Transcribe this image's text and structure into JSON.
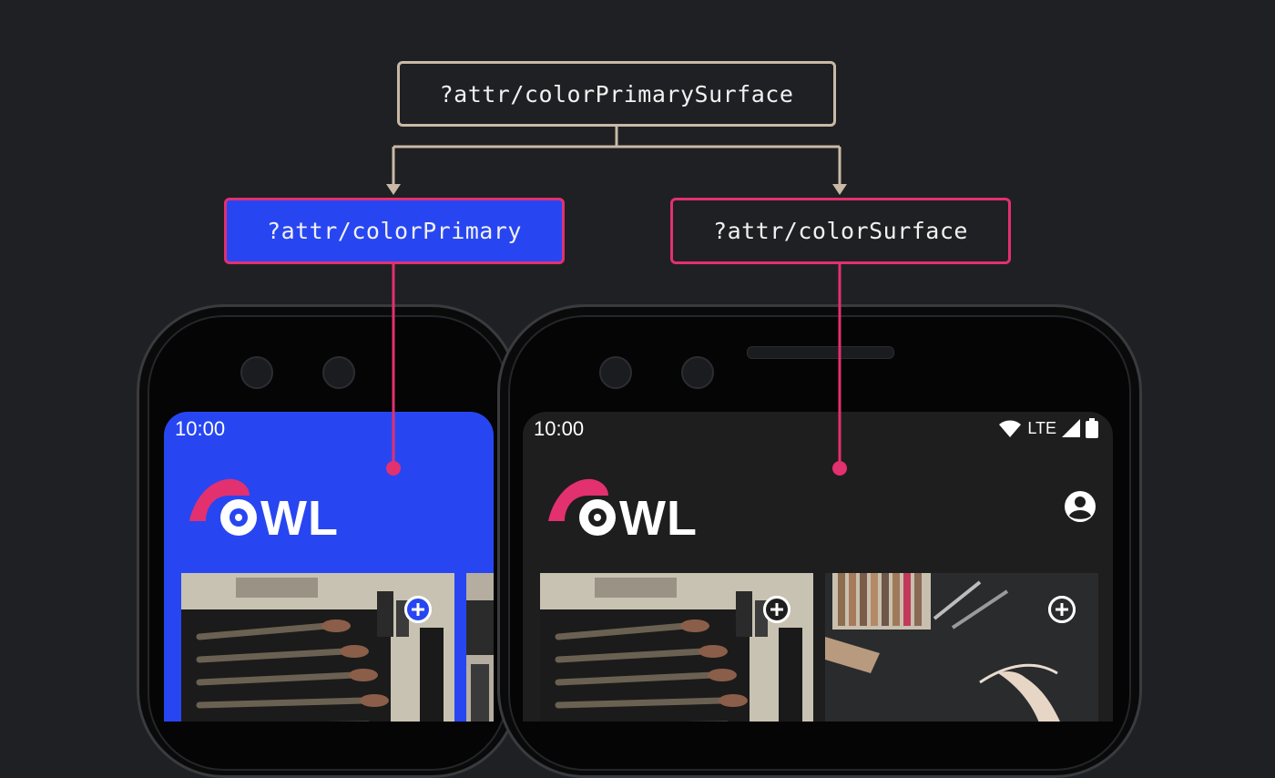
{
  "diagram": {
    "parent_attr": "?attr/colorPrimarySurface",
    "primary_attr": "?attr/colorPrimary",
    "surface_attr": "?attr/colorSurface"
  },
  "colors": {
    "background": "#1f2023",
    "primary": "#2746f2",
    "surface": "#1e1e1e",
    "accent_pink": "#e3306f",
    "connector_beige": "#c9b9a6"
  },
  "phone_left": {
    "status_time": "10:00",
    "app_name": "WL",
    "mode": "light-primary"
  },
  "phone_right": {
    "status_time": "10:00",
    "status_network": "LTE",
    "app_name": "WL",
    "mode": "dark-surface"
  },
  "icons": {
    "add": "plus-circle-icon",
    "account": "account-circle-icon",
    "wifi": "wifi-icon",
    "signal": "signal-icon",
    "battery": "battery-icon"
  }
}
